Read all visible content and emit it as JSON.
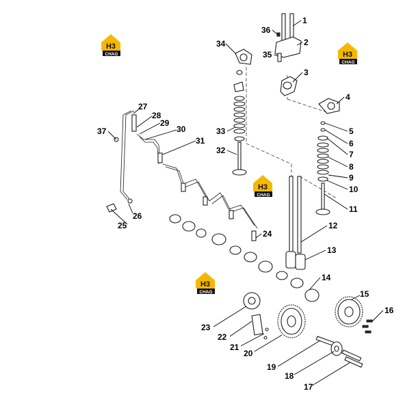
{
  "logo": {
    "mark": "H3",
    "word": "CHAG",
    "colors": {
      "yellow": "#f5b800",
      "black": "#111111",
      "white": "#ffffff"
    }
  },
  "callouts": [
    "1",
    "2",
    "3",
    "4",
    "5",
    "6",
    "7",
    "8",
    "9",
    "10",
    "11",
    "12",
    "13",
    "14",
    "15",
    "16",
    "17",
    "18",
    "19",
    "20",
    "21",
    "22",
    "23",
    "24",
    "25",
    "26",
    "27",
    "28",
    "29",
    "30",
    "31",
    "32",
    "33",
    "34",
    "35",
    "36",
    "37"
  ]
}
